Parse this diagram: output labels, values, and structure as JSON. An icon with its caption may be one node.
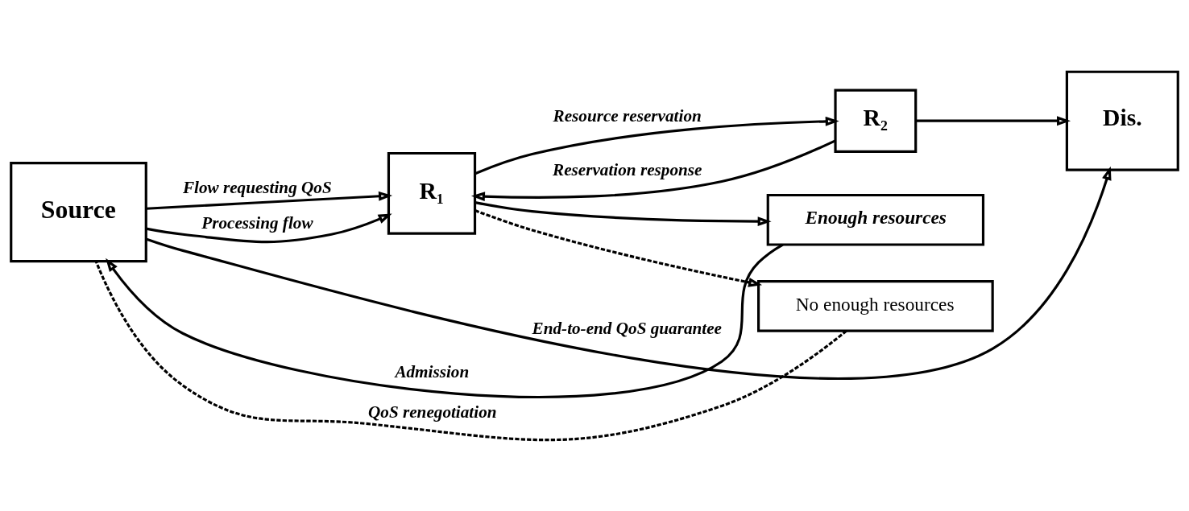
{
  "diagram": {
    "nodes": [
      {
        "text": [
          "Source"
        ]
      },
      {
        "text": [
          "R₁"
        ]
      },
      {
        "text": [
          "R₂"
        ]
      },
      {
        "text": [
          "Dis."
        ]
      },
      {
        "text": [
          "Enough resources"
        ]
      },
      {
        "text": [
          "No enough resources"
        ]
      }
    ],
    "edges": [
      {
        "from": 0,
        "to": 3,
        "arrow": "to",
        "label": "End-to-end QoS guarantee"
      },
      {
        "from": 0,
        "to": 1,
        "arrow": "to",
        "label": "Flow requesting QoS"
      },
      {
        "from": 0,
        "to": 1,
        "arrow": "to",
        "label": "Processing flow"
      },
      {
        "from": 1,
        "to": 2,
        "arrow": "to",
        "label": "Resource reservation"
      },
      {
        "from": 2,
        "to": 1,
        "arrow": "to",
        "label": "Reservation response"
      },
      {
        "from": 2,
        "to": 3,
        "arrow": "to"
      },
      {
        "from": 1,
        "to": 4,
        "arrow": "to"
      },
      {
        "from": 1,
        "to": 5,
        "arrow": "to",
        "style": "dashed"
      },
      {
        "from": 4,
        "to": 0,
        "arrow": "to",
        "label": "Admission"
      },
      {
        "from": 5,
        "to": 0,
        "arrow": "none",
        "style": "dashed",
        "label": "QoS renegotiation"
      }
    ]
  }
}
